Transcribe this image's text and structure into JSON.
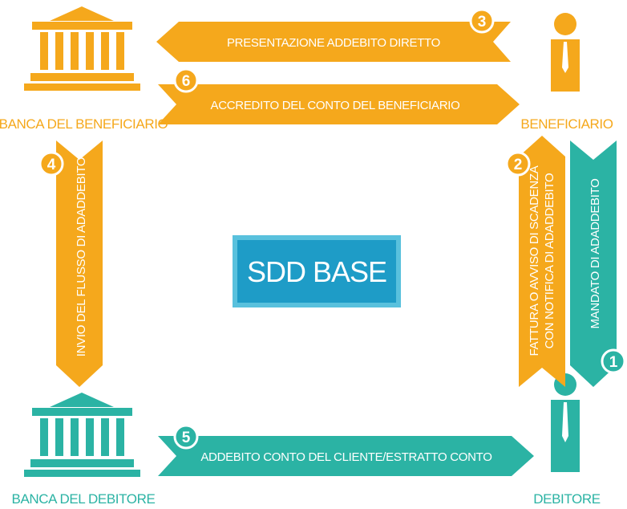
{
  "colors": {
    "orange": "#F5A81C",
    "teal": "#2BB3A4",
    "center_blue": "#1E9CC7",
    "center_border": "#59C1DD",
    "number_badge_ring": "#ffffff"
  },
  "center": {
    "title": "SDD BASE"
  },
  "entities": {
    "creditor_bank": {
      "label": "BANCA DEL BENEFICIARIO",
      "icon": "bank-icon"
    },
    "creditor": {
      "label": "BENEFICIARIO",
      "icon": "person-tie-icon"
    },
    "debtor_bank": {
      "label": "BANCA DEL DEBITORE",
      "icon": "bank-icon"
    },
    "debtor": {
      "label": "DEBITORE",
      "icon": "person-tie-icon"
    }
  },
  "steps": [
    {
      "number": "1",
      "label": "MANDATO DI ADADDEBITO"
    },
    {
      "number": "2",
      "label_line1": "FATTURA O AVVISO DI SCADENZA",
      "label_line2": "CON NOTIFICA DI ADADDEBITO"
    },
    {
      "number": "3",
      "label": "PRESENTAZIONE ADDEBITO DIRETTO"
    },
    {
      "number": "4",
      "label": "INVIO DEL FLUSSO DI ADADDEBITO"
    },
    {
      "number": "5",
      "label": "ADDEBITO  CONTO DEL CLIENTE/ESTRATTO CONTO"
    },
    {
      "number": "6",
      "label": "ACCREDITO DEL CONTO DEL BENEFICIARIO"
    }
  ]
}
